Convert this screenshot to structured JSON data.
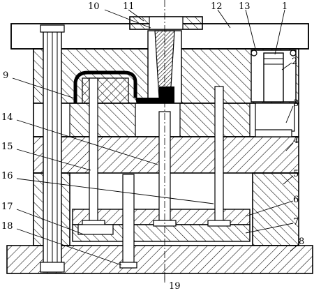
{
  "diagram": {
    "labels": [
      "10",
      "11",
      "12",
      "13",
      "1",
      "2",
      "3",
      "4",
      "5",
      "6",
      "7",
      "8",
      "9",
      "14",
      "15",
      "16",
      "17",
      "18",
      "19"
    ]
  }
}
